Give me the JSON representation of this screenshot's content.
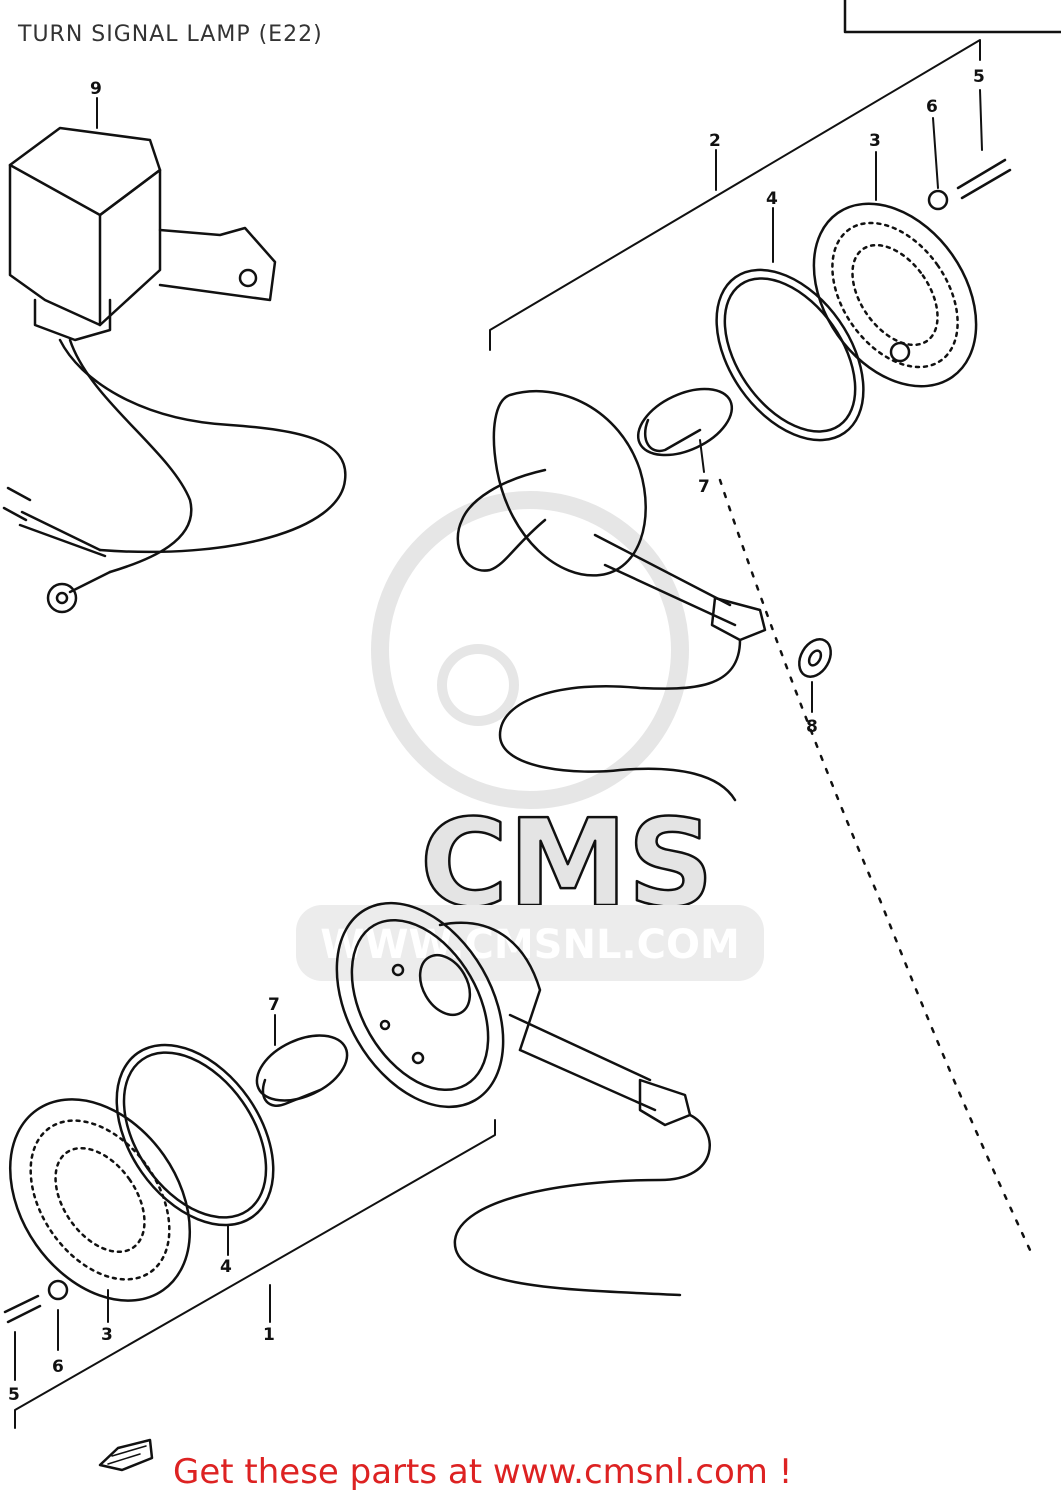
{
  "diagram": {
    "title": "TURN SIGNAL LAMP (E22)",
    "watermark": {
      "logo_text": "CMS",
      "url_text": "WWW.CMSNL.COM"
    },
    "callouts": [
      "9",
      "2",
      "3",
      "6",
      "5",
      "4",
      "7",
      "8",
      "7",
      "4",
      "3",
      "6",
      "5",
      "1"
    ]
  },
  "footer": {
    "cta": "Get these parts at www.cmsnl.com !",
    "color": "#dd2222"
  }
}
